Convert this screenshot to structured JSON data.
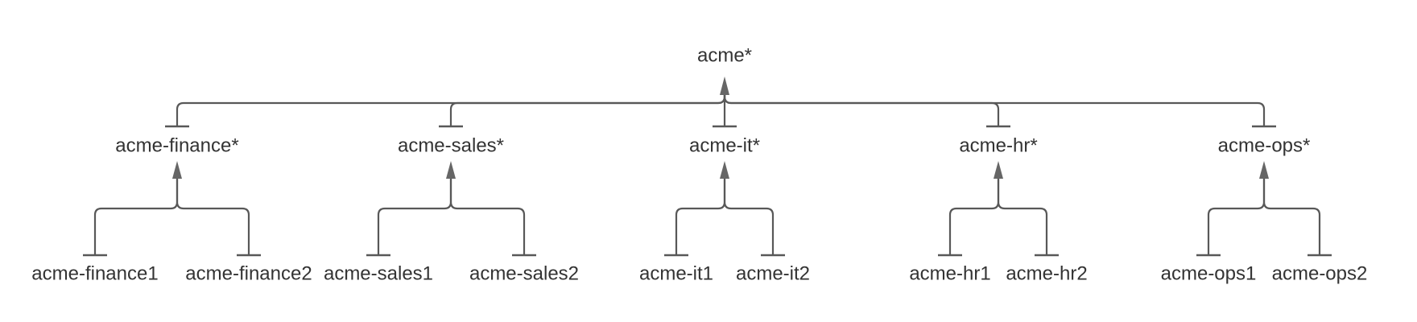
{
  "diagram": {
    "type": "tree-hierarchy",
    "colors": {
      "background": "#ffffff",
      "line": "#585858",
      "arrowhead": "#666666",
      "text": "#333333"
    },
    "edge_style": {
      "parent_end": "arrow-up",
      "child_end": "tee"
    },
    "root": {
      "label": "acme*"
    },
    "groups": [
      {
        "label": "acme-finance*",
        "children": [
          {
            "label": "acme-finance1"
          },
          {
            "label": "acme-finance2"
          }
        ]
      },
      {
        "label": "acme-sales*",
        "children": [
          {
            "label": "acme-sales1"
          },
          {
            "label": "acme-sales2"
          }
        ]
      },
      {
        "label": "acme-it*",
        "children": [
          {
            "label": "acme-it1"
          },
          {
            "label": "acme-it2"
          }
        ]
      },
      {
        "label": "acme-hr*",
        "children": [
          {
            "label": "acme-hr1"
          },
          {
            "label": "acme-hr2"
          }
        ]
      },
      {
        "label": "acme-ops*",
        "children": [
          {
            "label": "acme-ops1"
          },
          {
            "label": "acme-ops2"
          }
        ]
      }
    ]
  }
}
